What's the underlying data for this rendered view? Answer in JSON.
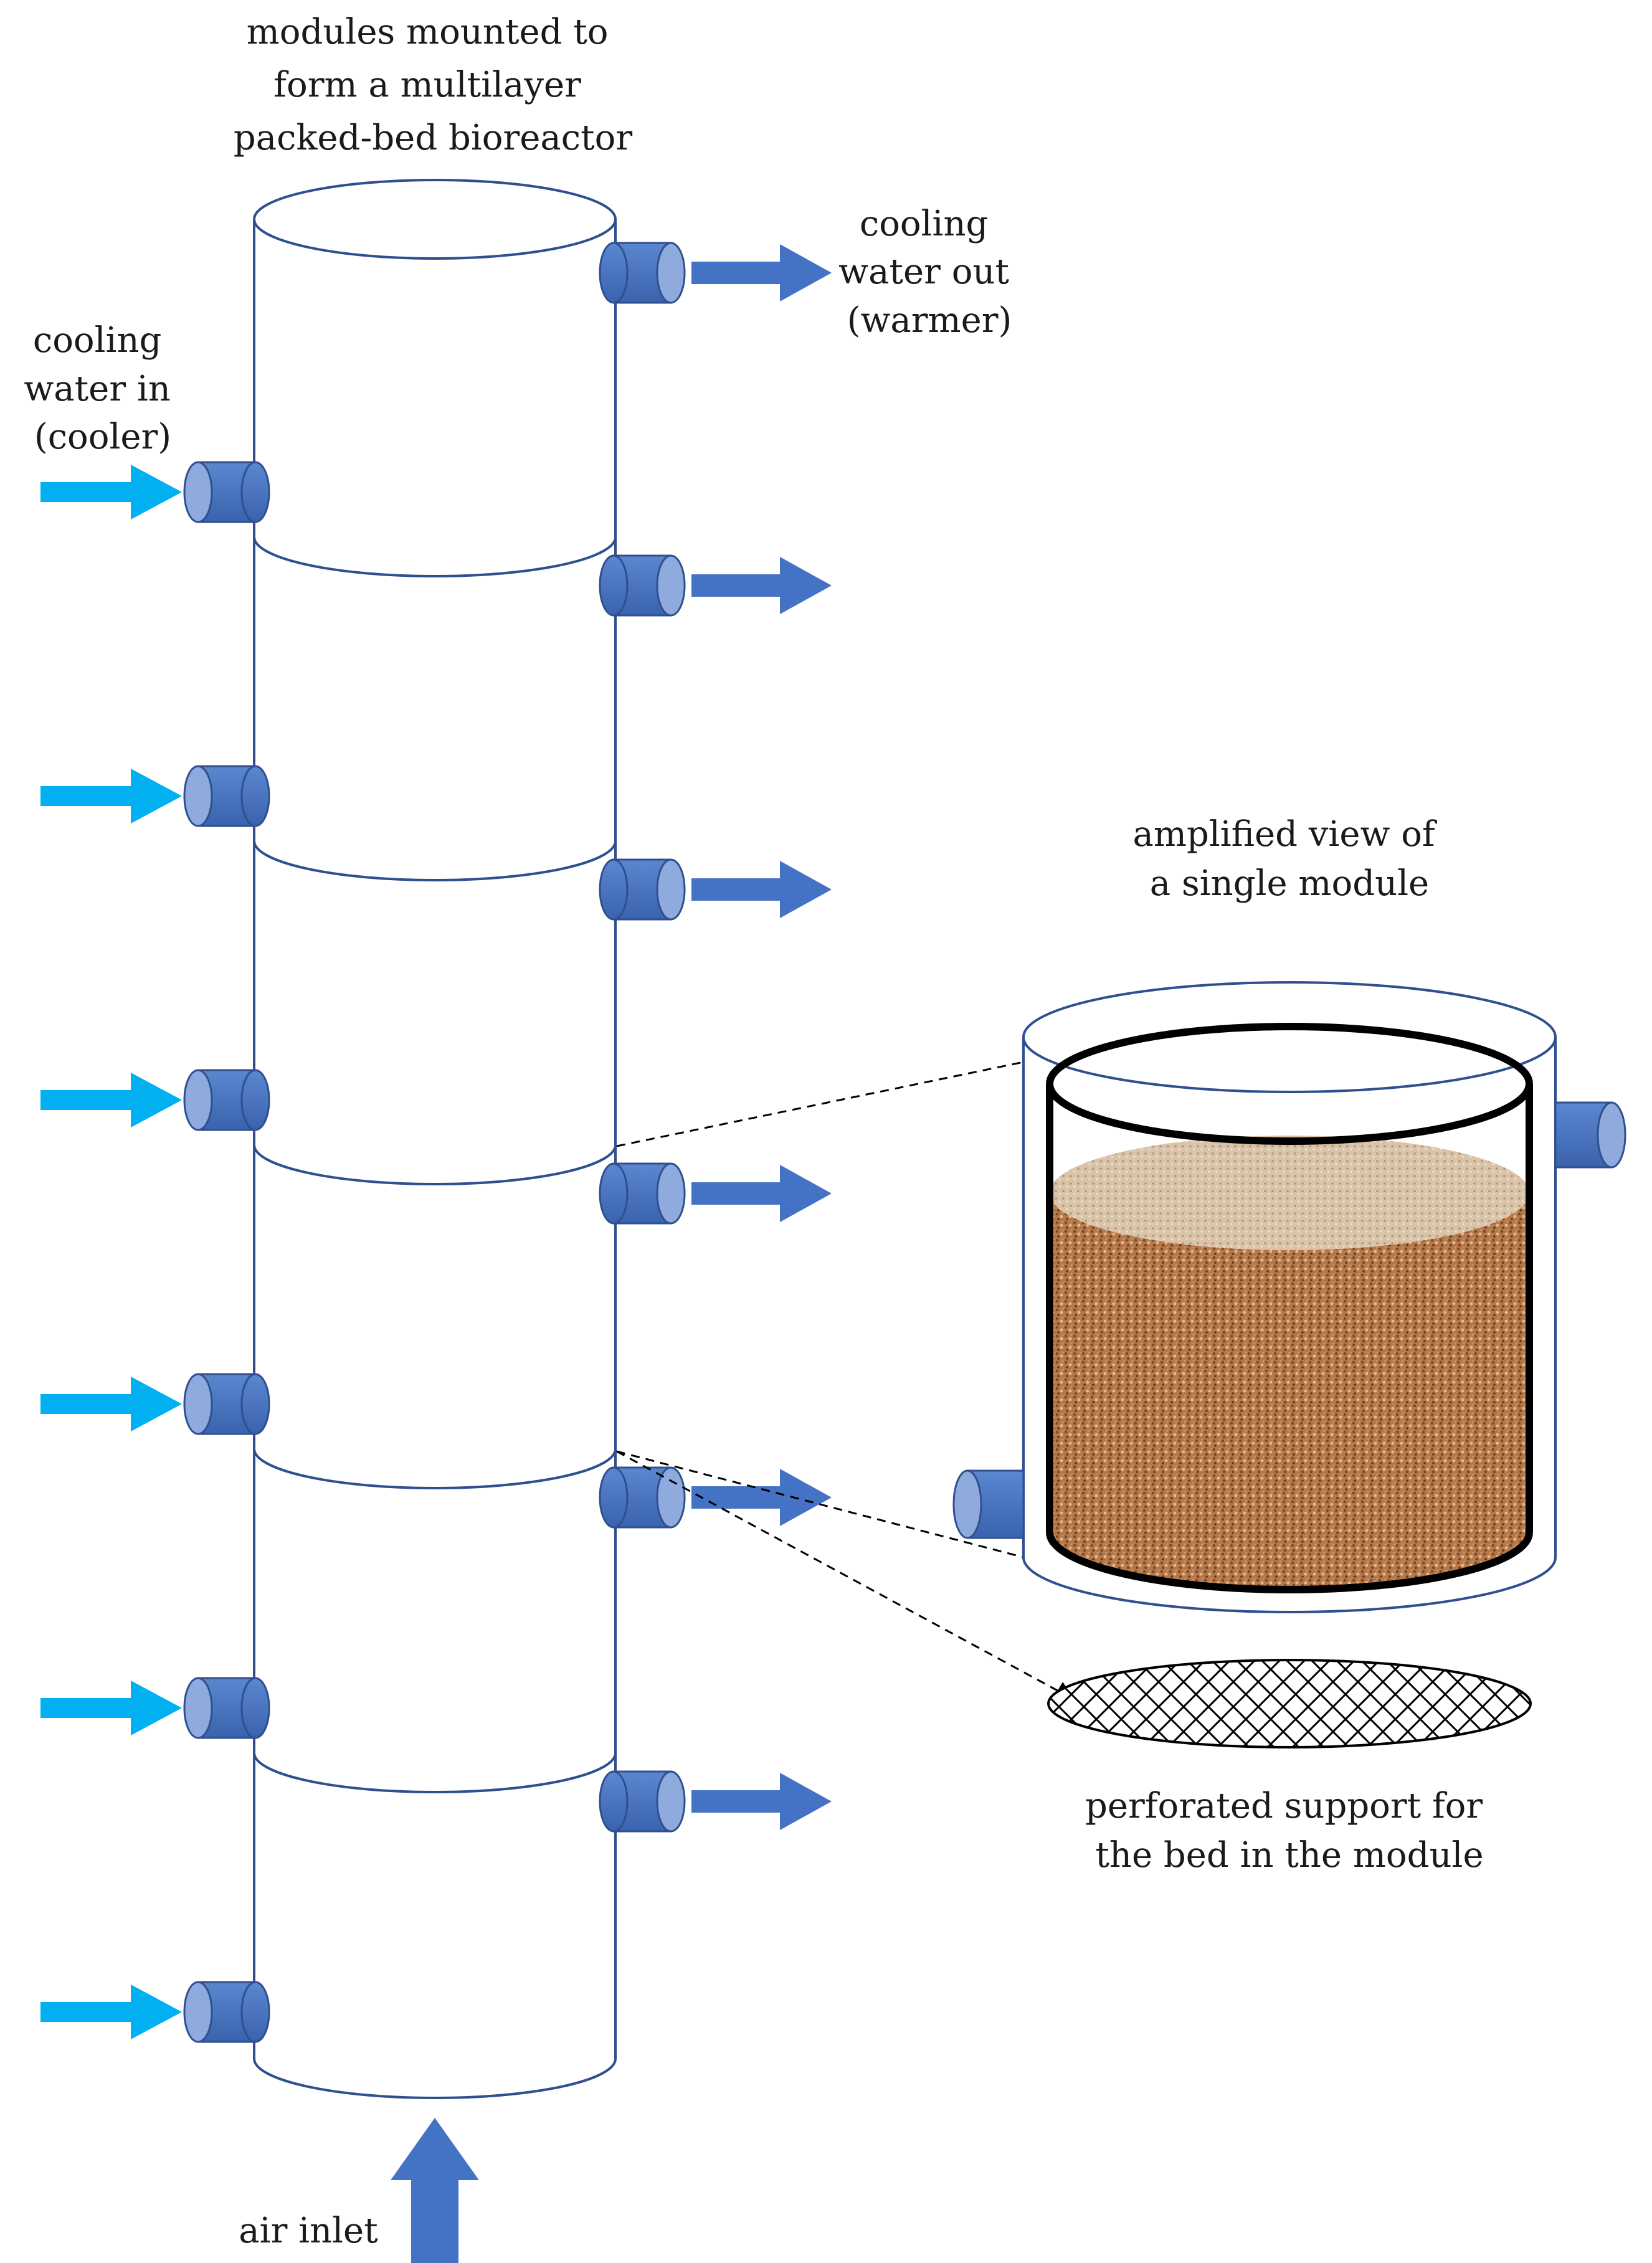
{
  "labels": {
    "title": [
      "modules mounted to",
      "form a multilayer",
      "packed-bed bioreactor"
    ],
    "water_out": [
      "cooling",
      "water out",
      "(warmer)"
    ],
    "water_in": [
      "cooling",
      "water in",
      "(cooler)"
    ],
    "amplified": [
      "amplified view of",
      "a single module"
    ],
    "perforated": [
      "perforated support for",
      "the bed in the module"
    ],
    "air_inlet": "air inlet"
  },
  "colors": {
    "outline": "#2f4f8f",
    "port_fill": "#4472c4",
    "port_cap": "#8faadc",
    "outlet_arrow": "#4472c4",
    "inlet_arrow": "#00b0f0",
    "bed_fill": "#b07846",
    "bed_top": "#d8c2a8",
    "inner_wall": "#000000"
  },
  "modules": 6
}
